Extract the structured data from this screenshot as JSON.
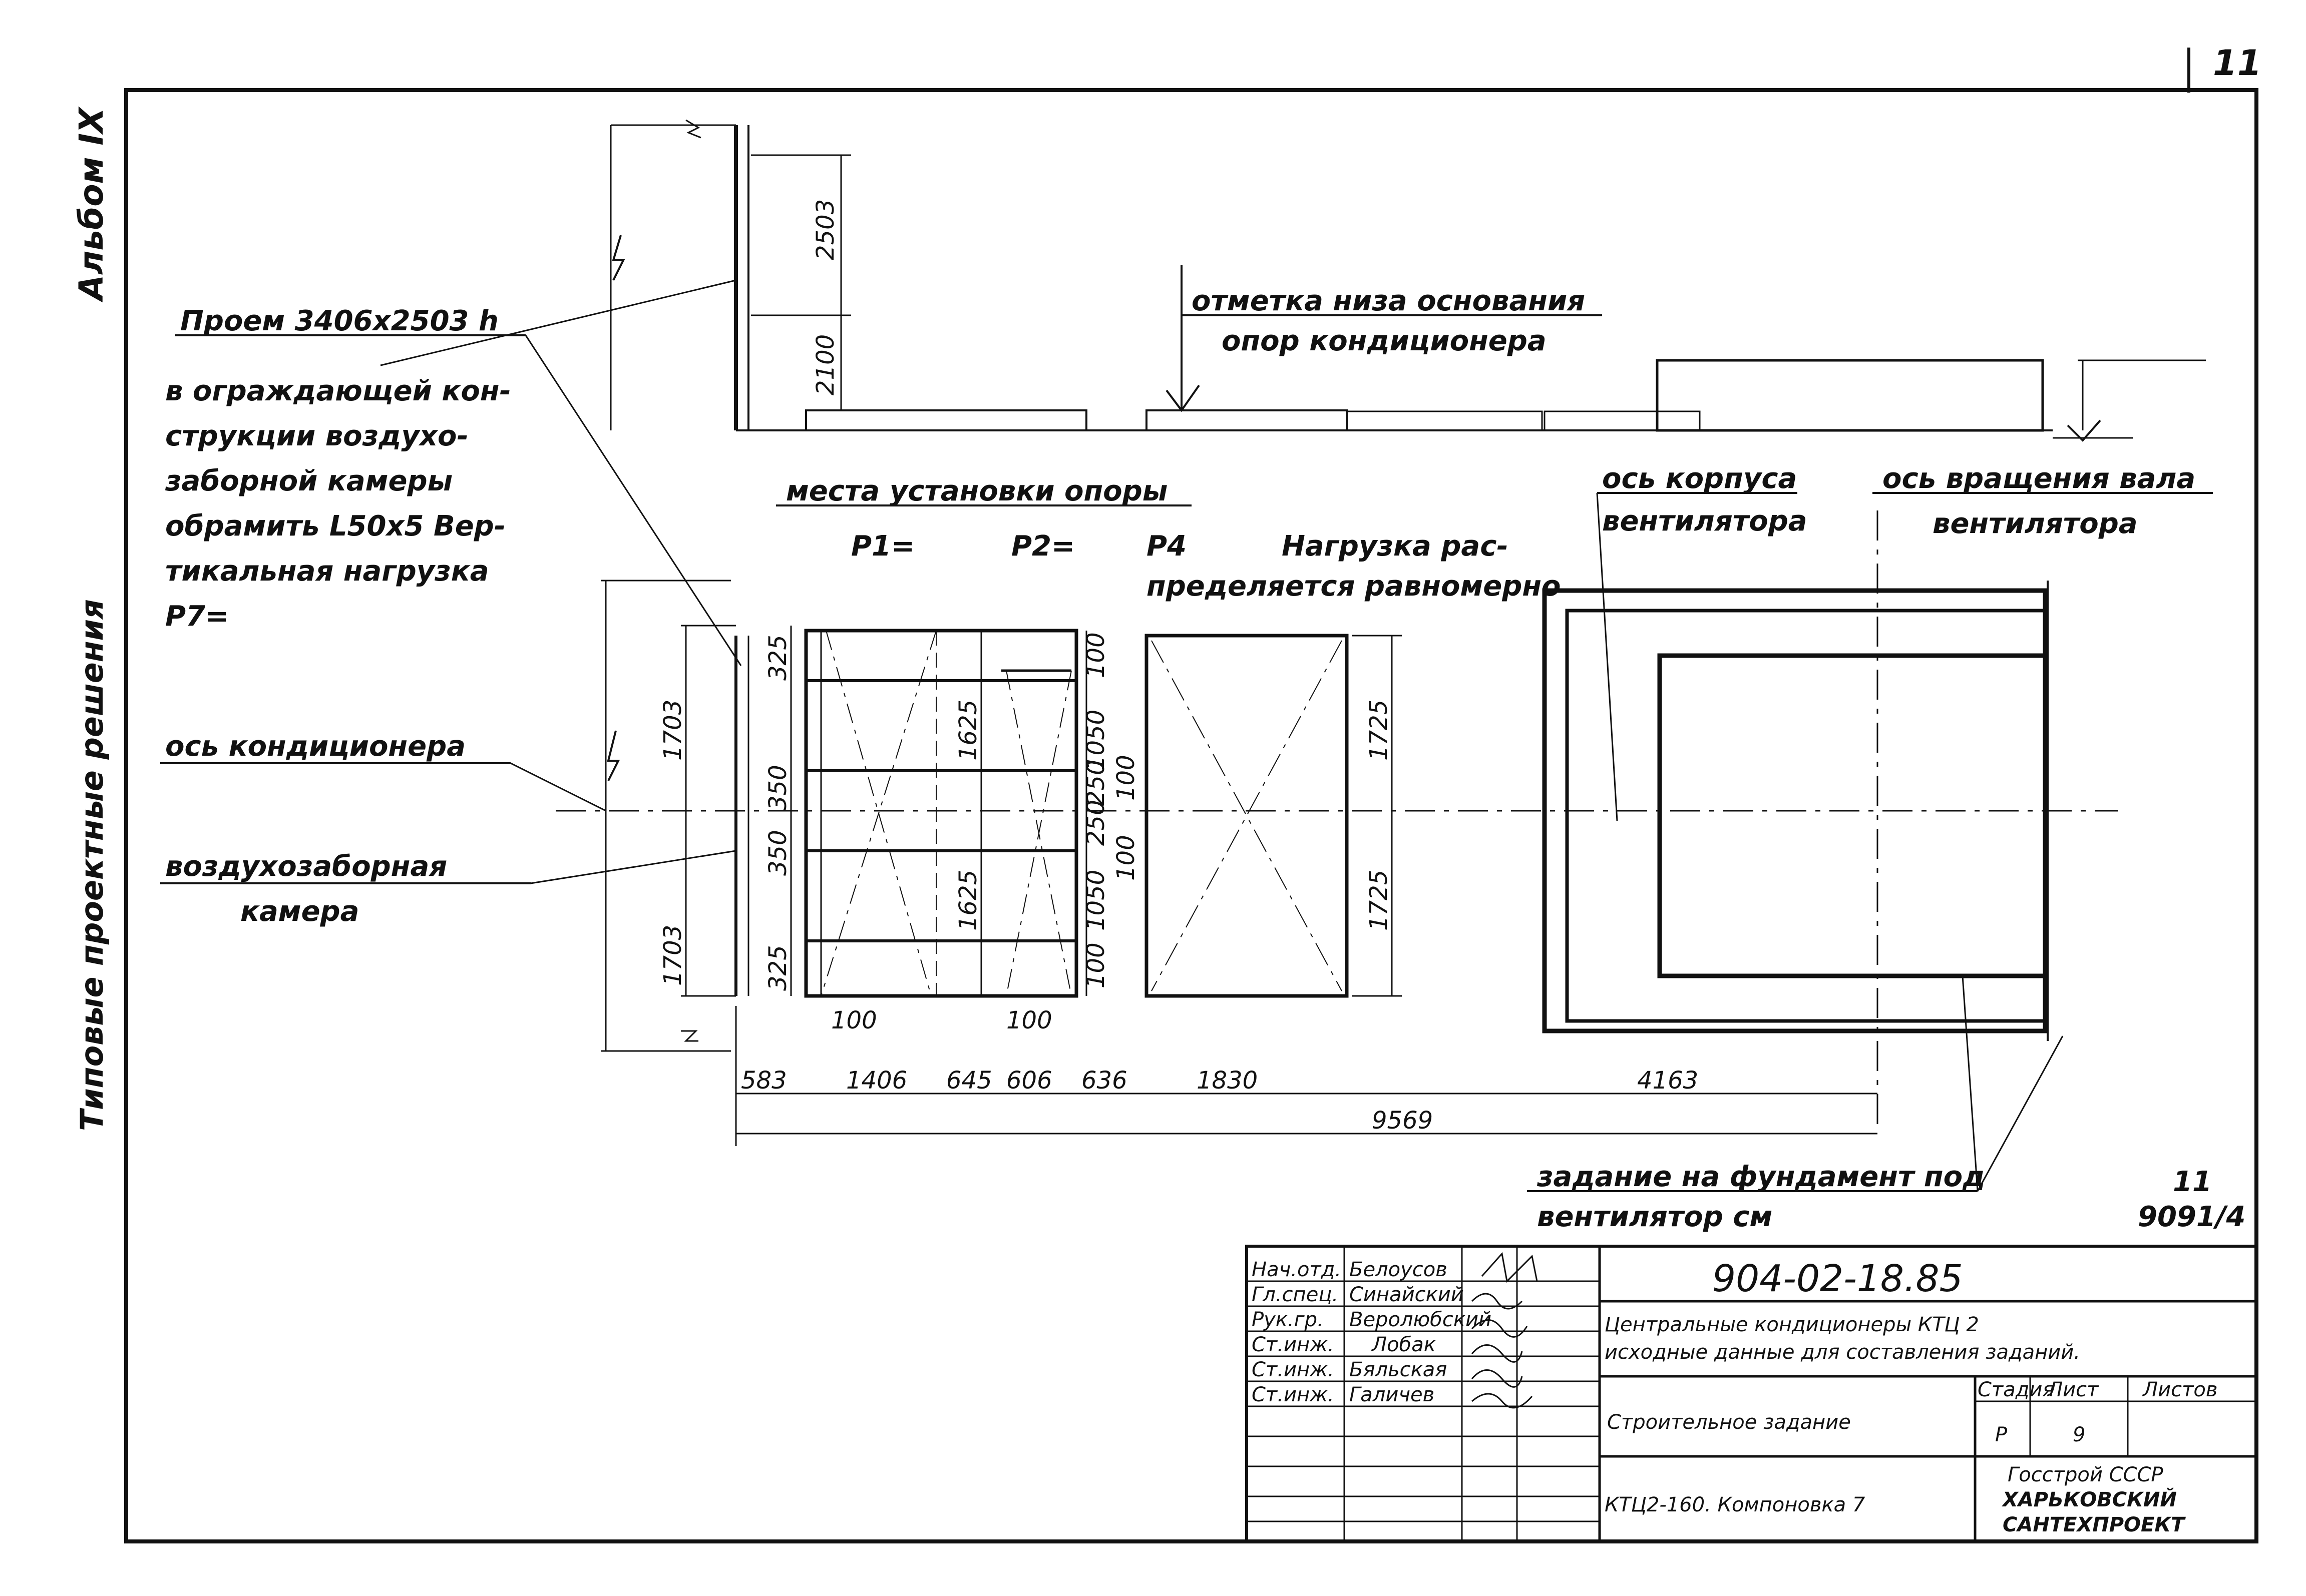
{
  "margin": {
    "page_number": "11",
    "album_label": "Альбом IX",
    "series_label": "Типовые проектные решения"
  },
  "notes": {
    "opening_1": "Проем 3406x2503 h",
    "opening_2": "в ограждающей кон-",
    "opening_3": "струкции воздухо-",
    "opening_4": "заборной камеры",
    "opening_5": "обрамить L50x5 Вер-",
    "opening_6": "тикальная нагрузка",
    "opening_7": "P7=",
    "ac_axis": "ось кондиционера",
    "intake_1": "воздухозаборная",
    "intake_2": "камера",
    "base_mark_1": "отметка низа основания",
    "base_mark_2": "опор кондиционера",
    "support_places": "места установки опоры",
    "p1": "P1=",
    "p2": "P2=",
    "p4": "P4",
    "load_1": "Нагрузка рас-",
    "load_2": "пределяется равномерно",
    "casing_axis_1": "ось корпуса",
    "casing_axis_2": "вентилятора",
    "shaft_axis_1": "ось вращения вала",
    "shaft_axis_2": "вентилятора",
    "foundation_1": "задание на фундамент под",
    "foundation_2": "вентилятор см",
    "ref_1": "11",
    "ref_2": "9091/4"
  },
  "dimensions": {
    "h_2503": "2503",
    "h_2100": "2100",
    "v_1703_top": "1703",
    "v_1703_bot": "1703",
    "v_325_top": "325",
    "v_350_a": "350",
    "v_350_b": "350",
    "v_325_bot": "325",
    "v_1625_a": "1625",
    "v_1625_b": "1625",
    "v_100_a": "100",
    "v_1050_a": "1050",
    "v_100_b": "100",
    "v_250_a": "250",
    "v_250_b": "250",
    "v_100_c": "100",
    "v_1050_b": "1050",
    "v_100_d": "100",
    "v_1725_top": "1725",
    "v_1725_bot": "1725",
    "h_100_a": "100",
    "h_100_b": "100",
    "c_583": "583",
    "c_1406": "1406",
    "c_645": "645",
    "c_606": "606",
    "c_636": "636",
    "c_1830": "1830",
    "c_4163": "4163",
    "total": "9569"
  },
  "title_block": {
    "drawing_number": "904-02-18.85",
    "roles": [
      "Нач.отд.",
      "Гл.спец.",
      "Рук.гр.",
      "Ст.инж.",
      "Ст.инж.",
      "Ст.инж."
    ],
    "names": [
      "Белоусов",
      "Синайский",
      "Веролюбский",
      "Лобак",
      "Бяльская",
      "Галичев"
    ],
    "title_1": "Центральные кондиционеры КТЦ 2",
    "title_2": "исходные данные для составления заданий.",
    "sheet_title": "Строительное задание",
    "stage_header": "Стадия",
    "sheet_header": "Лист",
    "sheets_header": "Листов",
    "stage": "Р",
    "sheet": "9",
    "layout_title": "КТЦ2-160. Компоновка 7",
    "org_1": "Госстрой СССР",
    "org_2": "ХАРЬКОВСКИЙ",
    "org_3": "САНТЕХПРОЕКТ"
  }
}
